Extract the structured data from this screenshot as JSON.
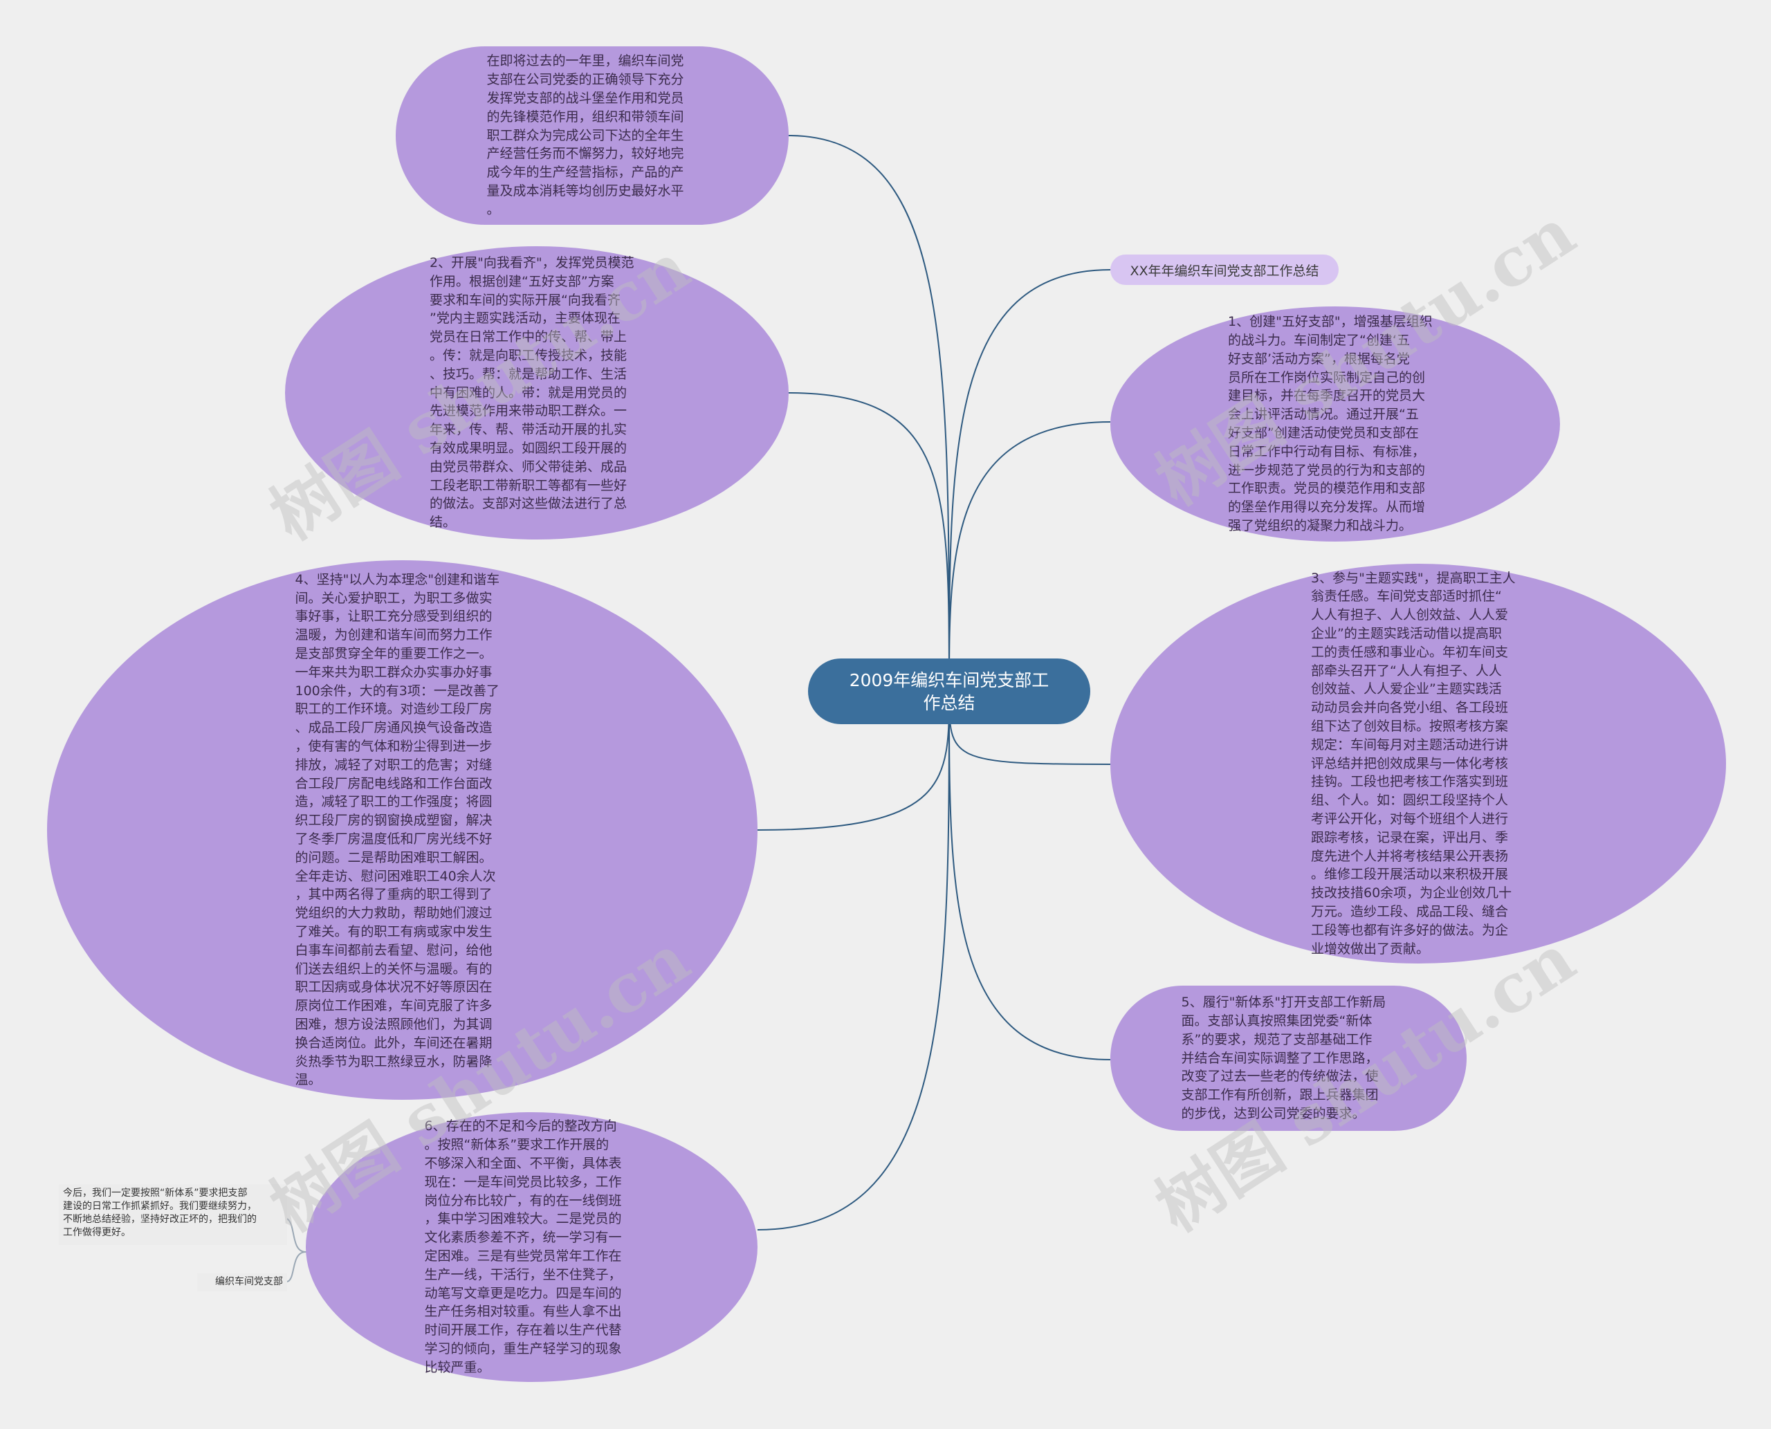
{
  "root": {
    "label": "2009年编织车间党支部工\n作总结"
  },
  "title_pill": {
    "label": "XX年年编织车间党支部工作总结"
  },
  "intro": {
    "text": "在即将过去的一年里，编织车间党\n支部在公司党委的正确领导下充分\n发挥党支部的战斗堡垒作用和党员\n的先锋模范作用，组织和带领车间\n职工群众为完成公司下达的全年生\n产经营任务而不懈努力，较好地完\n成今年的生产经营指标，产品的产\n量及成本消耗等均创历史最好水平\n。"
  },
  "item1": {
    "text": "1、创建\"五好支部\"，增强基层组织\n的战斗力。车间制定了“创建‘五\n好支部’活动方案”，根据每名党\n员所在工作岗位实际制定自己的创\n建目标，并在每季度召开的党员大\n会上讲评活动情况。通过开展“五\n好支部”创建活动使党员和支部在\n日常工作中行动有目标、有标准，\n进一步规范了党员的行为和支部的\n工作职责。党员的模范作用和支部\n的堡垒作用得以充分发挥。从而增\n强了党组织的凝聚力和战斗力。"
  },
  "item2": {
    "text": "2、开展\"向我看齐\"，发挥党员模范\n作用。根据创建“五好支部”方案\n要求和车间的实际开展“向我看齐\n”党内主题实践活动，主要体现在\n党员在日常工作中的传、帮、带上\n。传：就是向职工传授技术，技能\n、技巧。帮：就是帮助工作、生活\n中有困难的人。带：就是用党员的\n先进模范作用来带动职工群众。一\n年来，传、帮、带活动开展的扎实\n有效成果明显。如圆织工段开展的\n由党员带群众、师父带徒弟、成品\n工段老职工带新职工等都有一些好\n的做法。支部对这些做法进行了总\n结。"
  },
  "item3": {
    "text": "3、参与\"主题实践\"，提高职工主人\n翁责任感。车间党支部适时抓住“\n人人有担子、人人创效益、人人爱\n企业”的主题实践活动借以提高职\n工的责任感和事业心。年初车间支\n部牵头召开了“人人有担子、人人\n创效益、人人爱企业”主题实践活\n动动员会并向各党小组、各工段班\n组下达了创效目标。按照考核方案\n规定：车间每月对主题活动进行讲\n评总结并把创效成果与一体化考核\n挂钩。工段也把考核工作落实到班\n组、个人。如：圆织工段坚持个人\n考评公开化，对每个班组个人进行\n跟踪考核，记录在案，评出月、季\n度先进个人并将考核结果公开表扬\n。维修工段开展活动以来积极开展\n技改技措60余项，为企业创效几十\n万元。造纱工段、成品工段、缝合\n工段等也都有许多好的做法。为企\n业增效做出了贡献。"
  },
  "item4": {
    "text": "4、坚持\"以人为本理念\"创建和谐车\n间。关心爱护职工，为职工多做实\n事好事，让职工充分感受到组织的\n温暖，为创建和谐车间而努力工作\n是支部贯穿全年的重要工作之一。\n一年来共为职工群众办实事办好事\n100余件，大的有3项：一是改善了\n职工的工作环境。对造纱工段厂房\n、成品工段厂房通风换气设备改造\n，使有害的气体和粉尘得到进一步\n排放，减轻了对职工的危害；对缝\n合工段厂房配电线路和工作台面改\n造，减轻了职工的工作强度；将圆\n织工段厂房的钢窗换成塑窗，解决\n了冬季厂房温度低和厂房光线不好\n的问题。二是帮助困难职工解困。\n全年走访、慰问困难职工40余人次\n，其中两名得了重病的职工得到了\n党组织的大力救助，帮助她们渡过\n了难关。有的职工有病或家中发生\n白事车间都前去看望、慰问，给他\n们送去组织上的关怀与温暖。有的\n职工因病或身体状况不好等原因在\n原岗位工作困难，车间克服了许多\n困难，想方设法照顾他们，为其调\n换合适岗位。此外，车间还在暑期\n炎热季节为职工熬绿豆水，防暑降\n温。"
  },
  "item5": {
    "text": "5、履行\"新体系\"打开支部工作新局\n面。支部认真按照集团党委“新体\n系”的要求，规范了支部基础工作\n并结合车间实际调整了工作思路，\n改变了过去一些老的传统做法，使\n支部工作有所创新，跟上兵器集团\n的步伐，达到公司党委的要求。"
  },
  "item6": {
    "text": "6、存在的不足和今后的整改方向\n。按照“新体系”要求工作开展的\n不够深入和全面、不平衡，具体表\n现在：一是车间党员比较多，工作\n岗位分布比较广，有的在一线倒班\n，集中学习困难较大。二是党员的\n文化素质参差不齐，统一学习有一\n定困难。三是有些党员常年工作在\n生产一线，干活行，坐不住凳子，\n动笔写文章更是吃力。四是车间的\n生产任务相对较重。有些人拿不出\n时间开展工作，存在着以生产代替\n学习的倾向，重生产轻学习的现象\n比较严重。"
  },
  "note_future": {
    "text": "今后，我们一定要按照“新体系”要求把支部\n建设的日常工作抓紧抓好。我们要继续努力，\n不断地总结经验，坚持好改正坏的，把我们的\n工作做得更好。"
  },
  "note_dept": {
    "text": "编织车间党支部"
  },
  "watermarks": [
    "树图 shutu.cn",
    "树图 shutu.cn",
    "树图 shutu.cn",
    "树图 shutu.cn"
  ],
  "colors": {
    "background": "#efefef",
    "node": "#b599dd",
    "root": "#3b6f9c",
    "pill": "#d8c5f2",
    "link": "#2e5a80"
  }
}
